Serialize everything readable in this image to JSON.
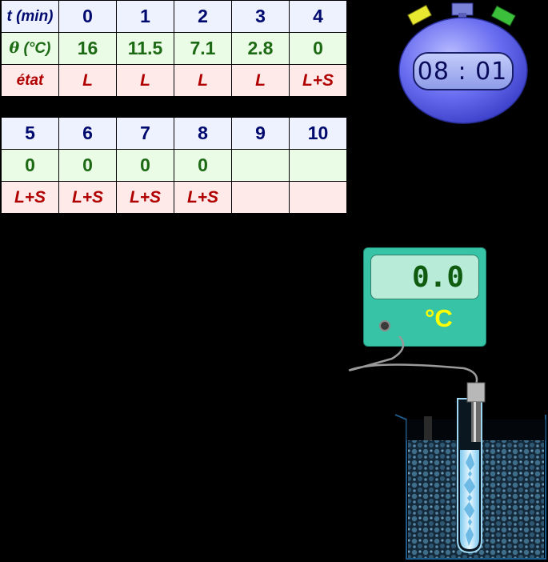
{
  "table1": {
    "time_label": "t (min)",
    "times": [
      "0",
      "1",
      "2",
      "3",
      "4"
    ],
    "temp_symbol": "θ",
    "temp_unit": " (°C)",
    "temps": [
      "16",
      "11.5",
      "7.1",
      "2.8",
      "0"
    ],
    "state_label": "état",
    "states": [
      "L",
      "L",
      "L",
      "L",
      "L+S"
    ]
  },
  "table2": {
    "times": [
      "5",
      "6",
      "7",
      "8",
      "9",
      "10"
    ],
    "temps": [
      "0",
      "0",
      "0",
      "0",
      "",
      ""
    ],
    "states": [
      "L+S",
      "L+S",
      "L+S",
      "L+S",
      "",
      ""
    ]
  },
  "stopwatch": {
    "display": "08 : 01"
  },
  "thermometer": {
    "reading": "0.0",
    "unit": "°C"
  },
  "colors": {
    "time_text": "#000a6e",
    "temp_text": "#1d6a14",
    "state_text": "#b00000",
    "stopwatch_body": "#6a6ef0",
    "thermometer_body": "#36c3a6",
    "unit_text": "#ffff00"
  },
  "icons": [
    "stopwatch-icon",
    "thermometer-probe-icon",
    "beaker-icon",
    "test-tube-icon"
  ]
}
